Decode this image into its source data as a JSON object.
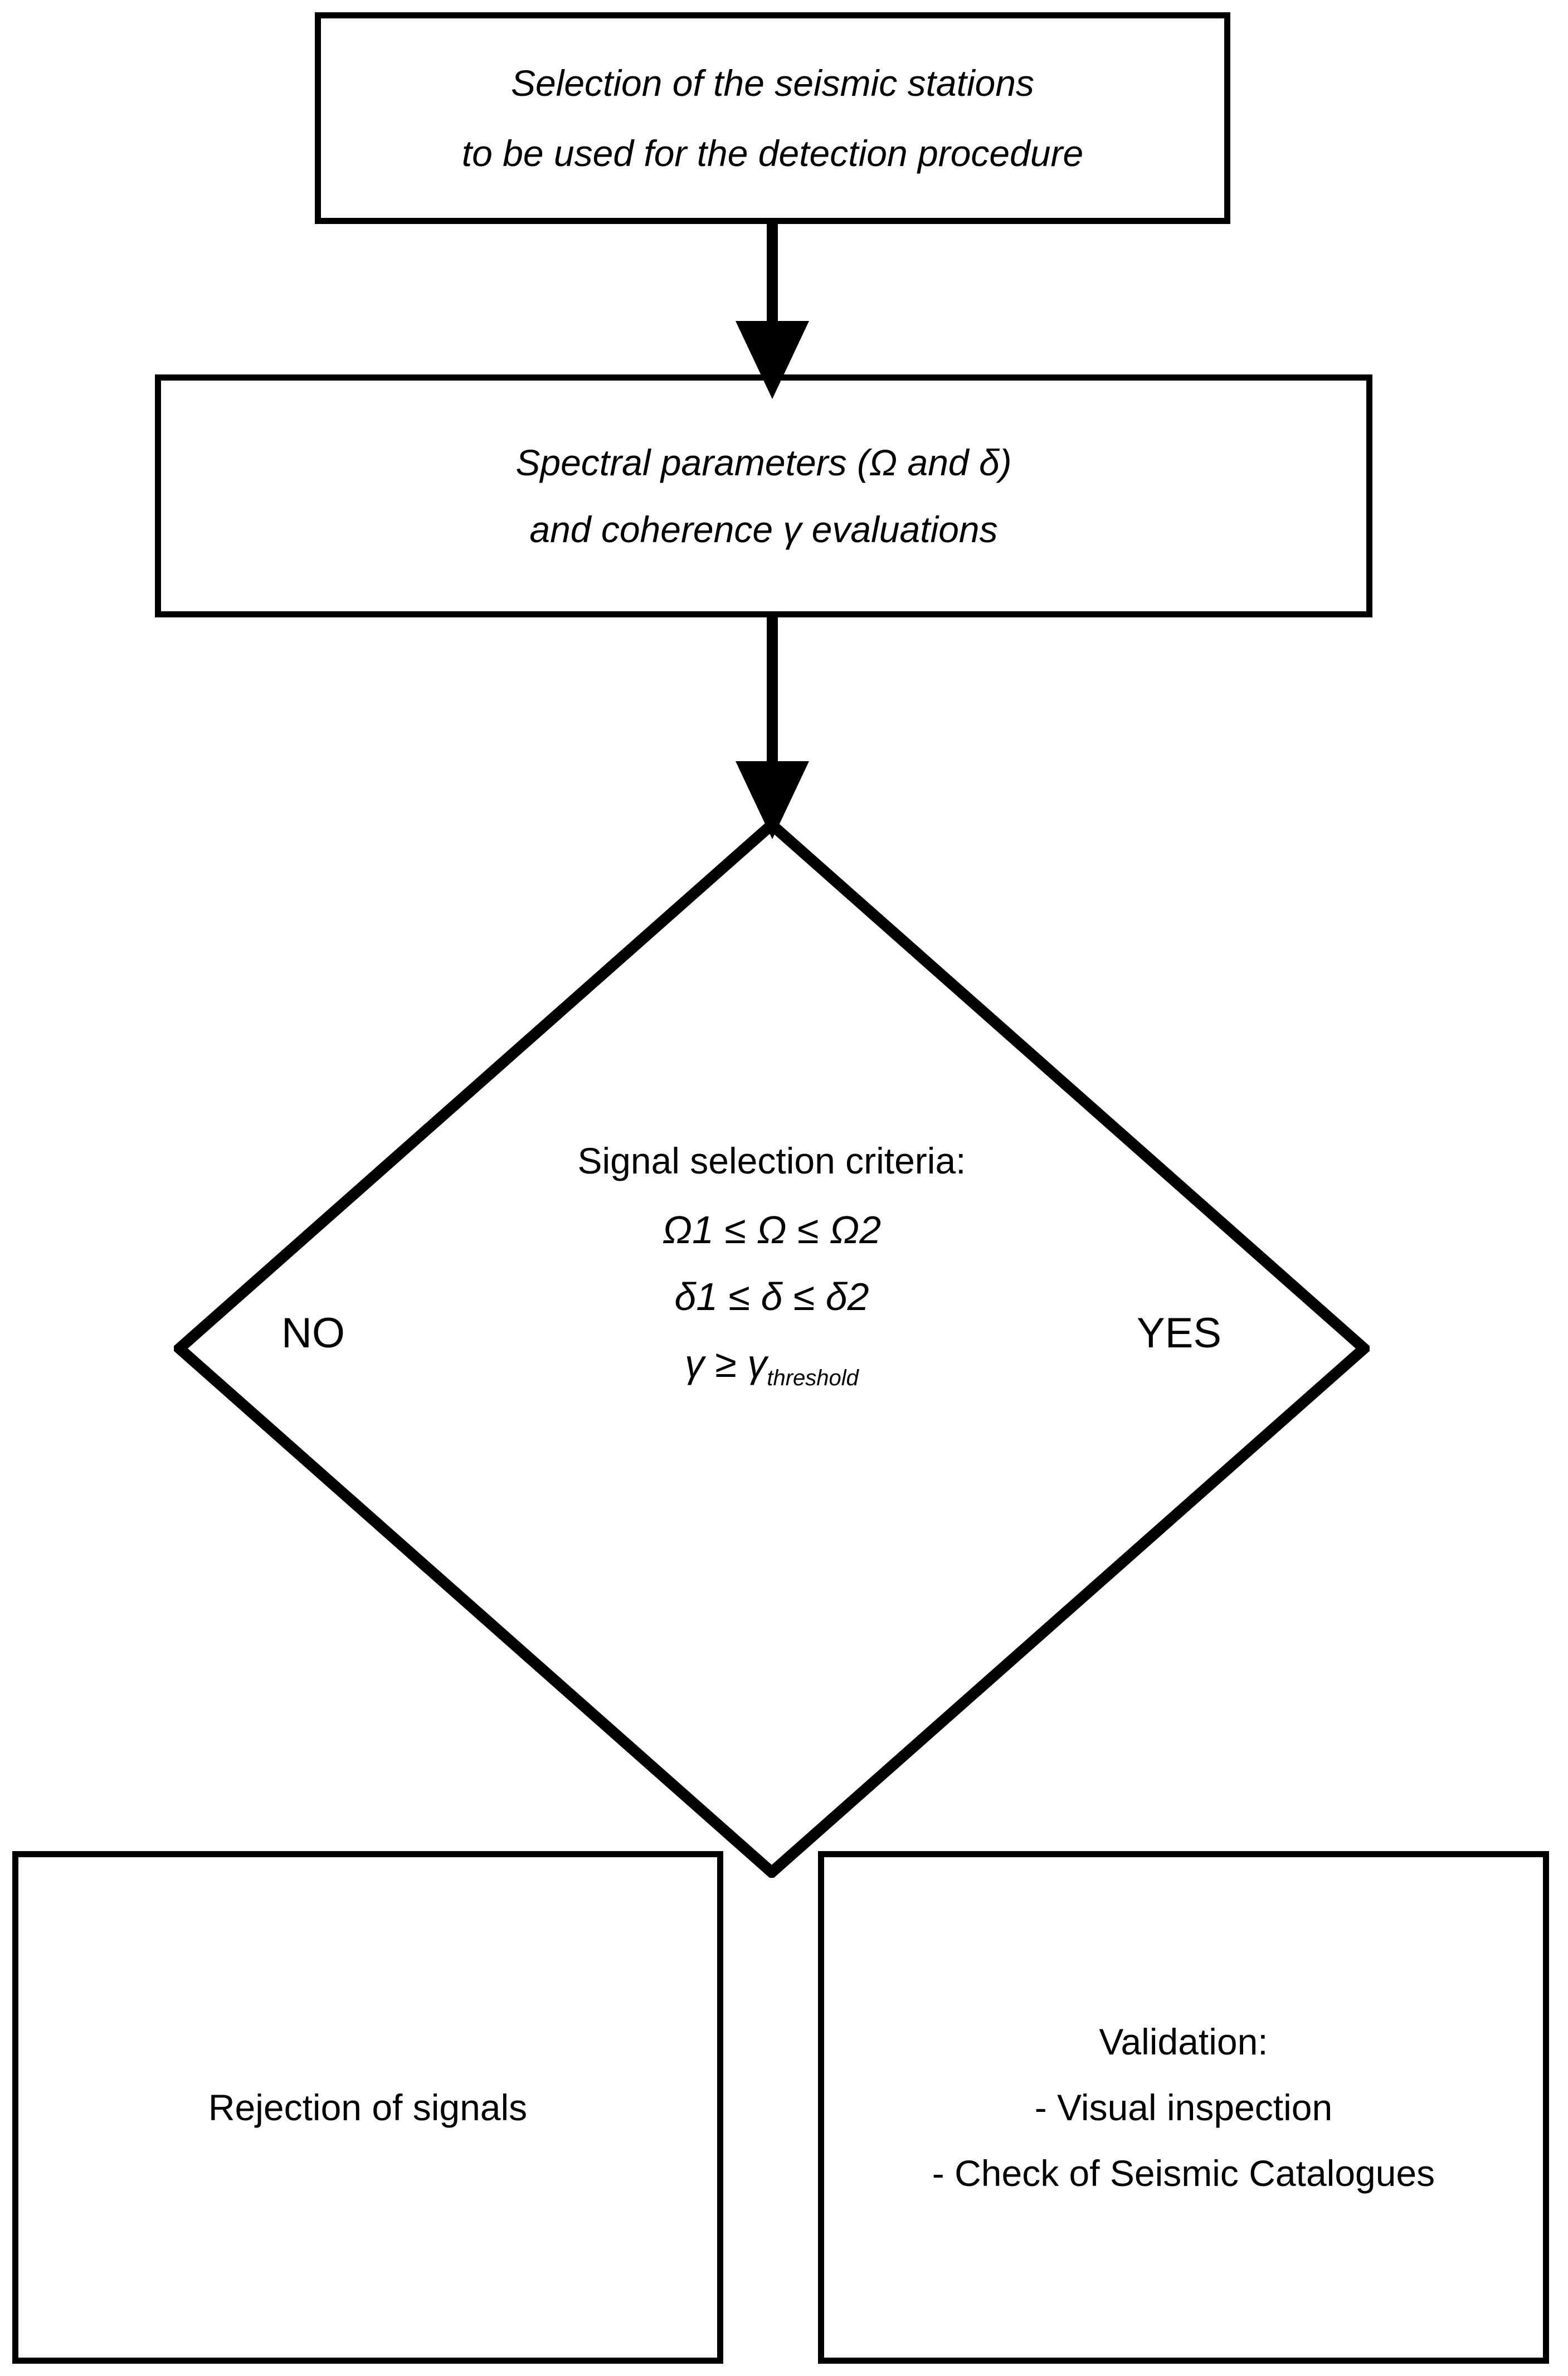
{
  "diagram": {
    "title": "Seismic signal detection procedure flowchart",
    "type": "flowchart",
    "stroke_color": "#000000",
    "fill_color": "#ffffff",
    "background": "#ffffff"
  },
  "nodes": {
    "stations": {
      "shape": "process-box",
      "line1": "Selection of the seismic stations",
      "line2": "to be used for the detection procedure"
    },
    "spectral": {
      "shape": "process-box",
      "line1": "Spectral parameters (Ω and δ)",
      "line2": "and coherence γ evaluations"
    },
    "decision": {
      "shape": "diamond",
      "title": "Signal selection criteria:",
      "criteria": [
        "Ω1 ≤ Ω ≤ Ω2",
        "δ1 ≤ δ ≤ δ2"
      ],
      "criteria_gamma_main": "γ ≥ γ",
      "criteria_gamma_sub": "threshold",
      "label_no": "NO",
      "label_yes": "YES"
    },
    "rejection": {
      "shape": "process-box",
      "line1": "Rejection of signals"
    },
    "validation": {
      "shape": "process-box",
      "line1": "Validation:",
      "line2": "- Visual inspection",
      "line3": "- Check of Seismic Catalogues"
    }
  },
  "edges": [
    {
      "from": "stations",
      "to": "spectral",
      "style": "arrow-down",
      "label": ""
    },
    {
      "from": "spectral",
      "to": "decision",
      "style": "arrow-down",
      "label": ""
    },
    {
      "from": "decision",
      "to": "rejection",
      "style": "branch-left",
      "label": "NO"
    },
    {
      "from": "decision",
      "to": "validation",
      "style": "branch-right",
      "label": "YES"
    }
  ]
}
